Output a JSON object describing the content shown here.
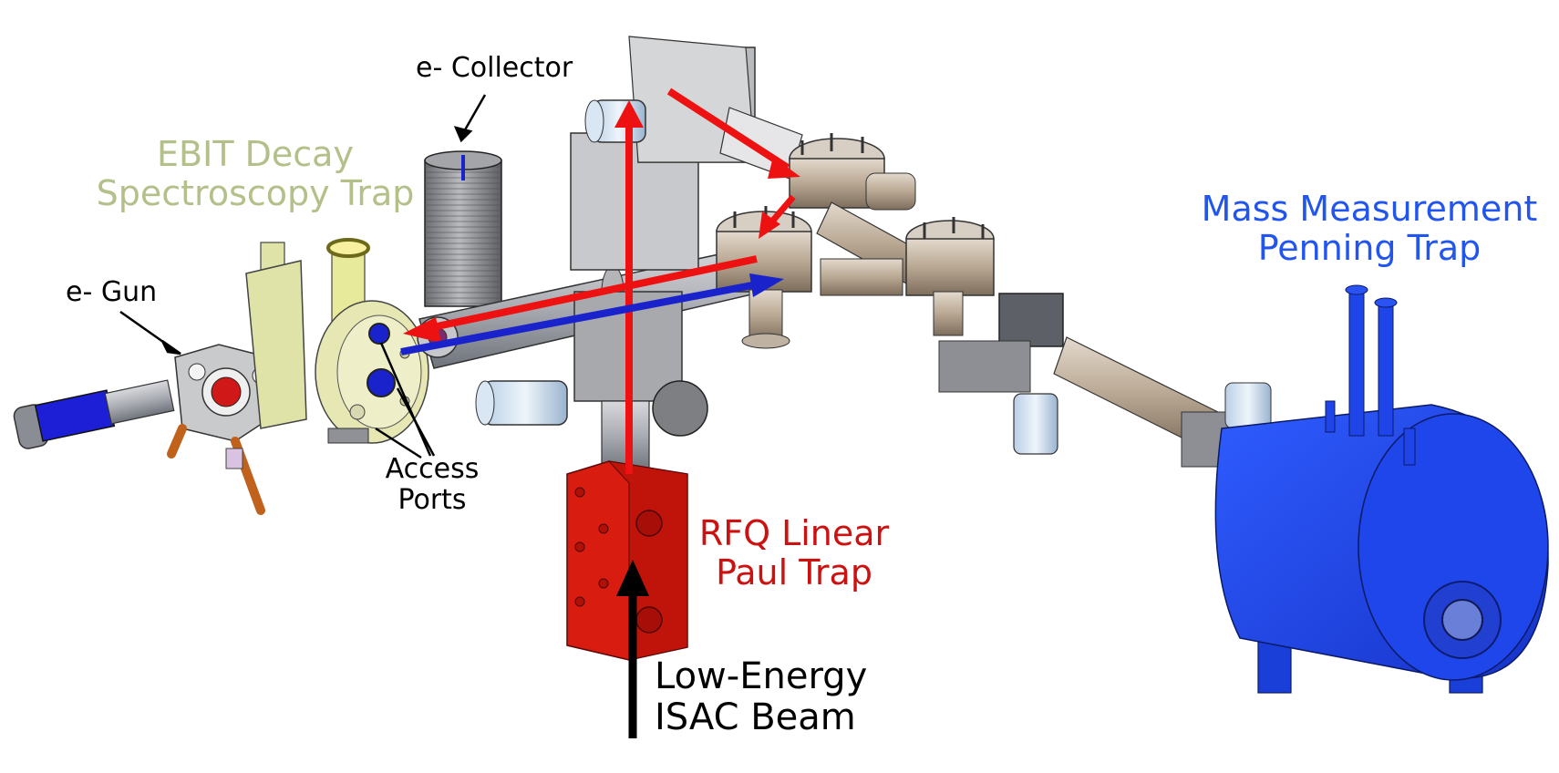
{
  "labels": {
    "e_collector": "e- Collector",
    "ebit": {
      "line1": "EBIT Decay",
      "line2": "Spectroscopy Trap"
    },
    "e_gun": "e- Gun",
    "access_ports": {
      "line1": "Access",
      "line2": "Ports"
    },
    "rfq": {
      "line1": "RFQ Linear",
      "line2": "Paul Trap"
    },
    "beam": {
      "line1": "Low-Energy",
      "line2": "ISAC Beam"
    },
    "penning": {
      "line1": "Mass Measurement",
      "line2": "Penning Trap"
    }
  },
  "colors": {
    "ebit": "#b4c08a",
    "rfq": "#cc1111",
    "penning": "#2255ee",
    "arrow_red": "#ee1111",
    "arrow_blue": "#1a22cc",
    "ink": "#000000",
    "steel": "#9a9ea6",
    "yellow_body": "#e4e6b4",
    "blue_body": "#1f45e8",
    "red_body": "#d81c10"
  }
}
